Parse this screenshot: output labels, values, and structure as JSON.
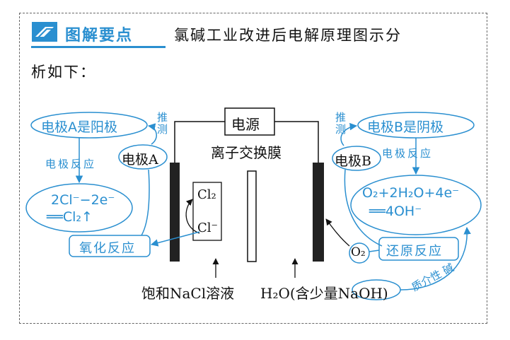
{
  "header": {
    "badge": "图解要点",
    "title_line1": "氯碱工业改进后电解原理图示分",
    "title_line2": "析如下："
  },
  "diagram": {
    "power_source": "电源",
    "membrane": "离子交换膜",
    "left": {
      "electrode": "电极A",
      "is_anode": "电极A是阳极",
      "infer": "推测",
      "electrode_reaction": "电极反应",
      "equation_line1": "2Cl⁻−2e⁻",
      "equation_line2": "══Cl₂↑",
      "reaction_type": "氧化反应",
      "product_gas": "Cl₂",
      "ion": "Cl⁻",
      "solution": "饱和NaCl溶液"
    },
    "right": {
      "electrode": "电极B",
      "is_cathode": "电极B是阴极",
      "infer": "推测",
      "electrode_reaction": "电极反应",
      "equation_line1": "O₂+2H₂O+4e⁻",
      "equation_line2": "══4OH⁻",
      "reaction_type": "还原反应",
      "input_gas": "O₂",
      "solution": "H₂O(含少量NaOH)",
      "medium_note": "质介性 碱"
    }
  },
  "colors": {
    "accent": "#2a8fd0",
    "line": "#111111"
  }
}
